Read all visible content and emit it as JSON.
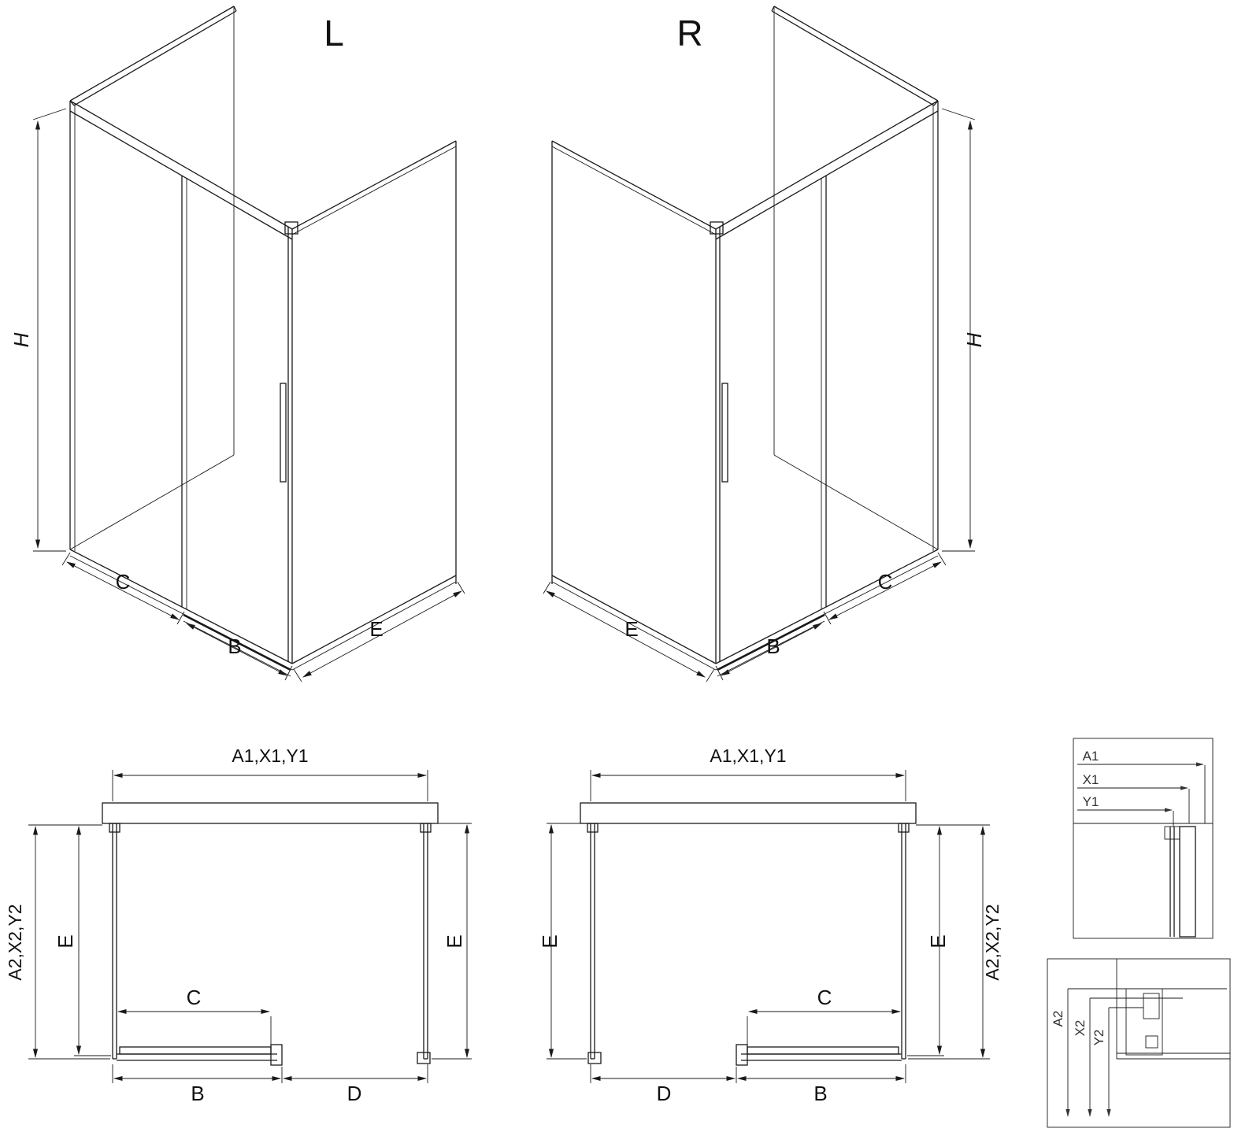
{
  "colors": {
    "line": "#1a1a1a",
    "background": "#ffffff"
  },
  "iso_left": {
    "title": "L",
    "h": "H",
    "c": "C",
    "b": "B",
    "e": "E"
  },
  "iso_right": {
    "title": "R",
    "h": "H",
    "c": "C",
    "b": "B",
    "e": "E"
  },
  "plan_left": {
    "width": "A1,X1,Y1",
    "depth": "A2,X2,Y2",
    "e_left": "E",
    "e_right": "E",
    "c": "C",
    "b": "B",
    "d": "D"
  },
  "plan_right": {
    "width": "A1,X1,Y1",
    "depth": "A2,X2,Y2",
    "e_left": "E",
    "e_right": "E",
    "c": "C",
    "b": "B",
    "d": "D"
  },
  "detail_top": {
    "a1": "A1",
    "x1": "X1",
    "y1": "Y1"
  },
  "detail_bottom": {
    "a2": "A2",
    "x2": "X2",
    "y2": "Y2"
  }
}
